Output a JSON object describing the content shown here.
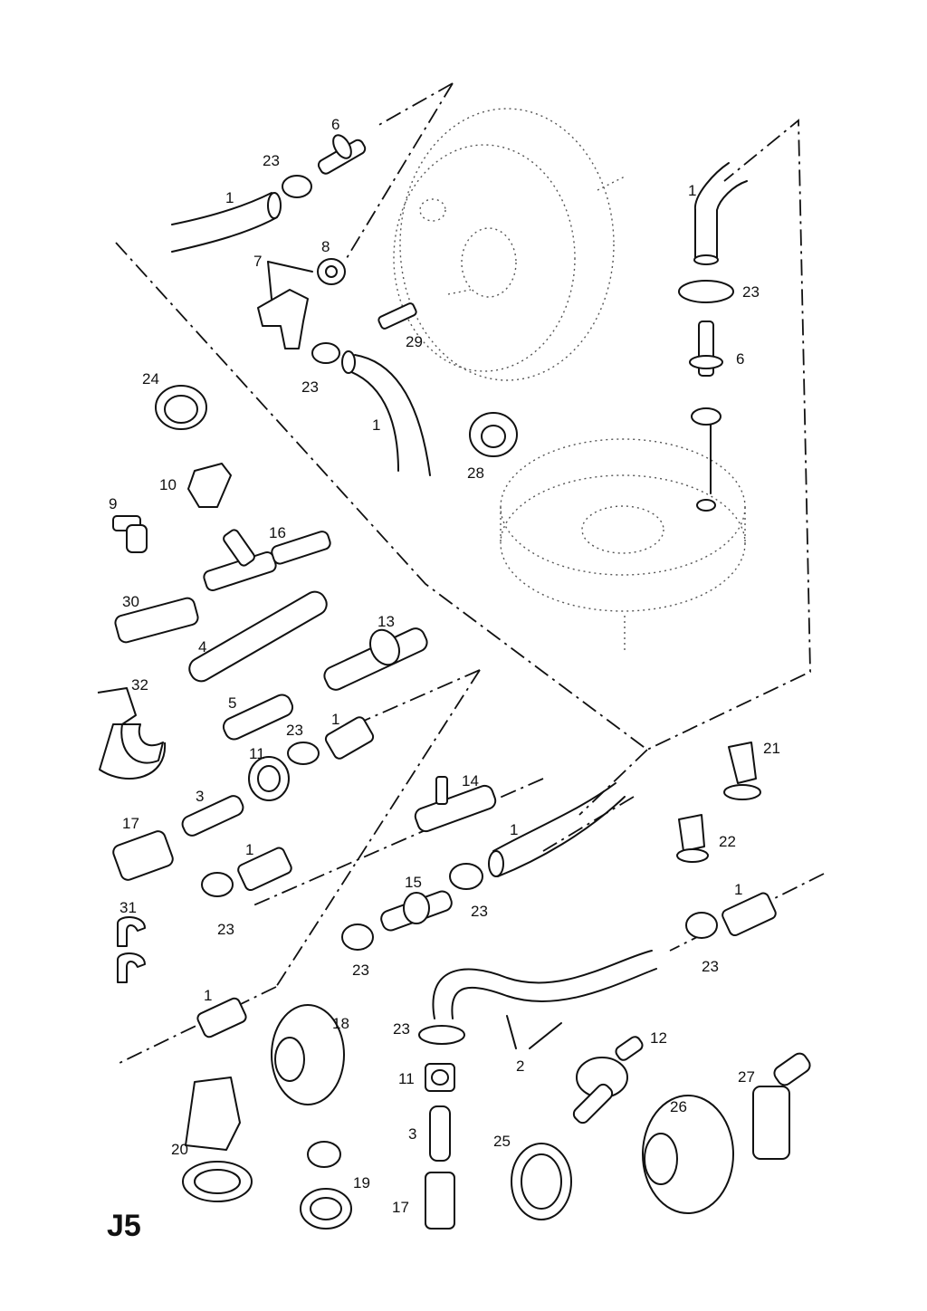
{
  "diagram": {
    "title": "J5",
    "part_numbers": [
      "1",
      "2",
      "3",
      "4",
      "5",
      "6",
      "7",
      "8",
      "9",
      "10",
      "11",
      "12",
      "13",
      "14",
      "15",
      "16",
      "17",
      "18",
      "19",
      "20",
      "21",
      "22",
      "23",
      "24",
      "25",
      "26",
      "27",
      "28",
      "29",
      "30",
      "31",
      "32"
    ],
    "callouts": {
      "c1a": "1",
      "c1b": "1",
      "c1c": "1",
      "c1d": "1",
      "c1e": "1",
      "c1f": "1",
      "c1g": "1",
      "c1h": "1",
      "c2": "2",
      "c3a": "3",
      "c3b": "3",
      "c4": "4",
      "c5": "5",
      "c6a": "6",
      "c6b": "6",
      "c7": "7",
      "c8": "8",
      "c9": "9",
      "c10": "10",
      "c11a": "11",
      "c11b": "11",
      "c12": "12",
      "c13": "13",
      "c14": "14",
      "c15": "15",
      "c16": "16",
      "c17a": "17",
      "c17b": "17",
      "c18": "18",
      "c19": "19",
      "c20": "20",
      "c21": "21",
      "c22": "22",
      "c23a": "23",
      "c23b": "23",
      "c23c": "23",
      "c23d": "23",
      "c23e": "23",
      "c23f": "23",
      "c23g": "23",
      "c23h": "23",
      "c23i": "23",
      "c24": "24",
      "c25": "25",
      "c26": "26",
      "c27": "27",
      "c28": "28",
      "c29": "29",
      "c30": "30",
      "c31": "31",
      "c32": "32"
    }
  }
}
